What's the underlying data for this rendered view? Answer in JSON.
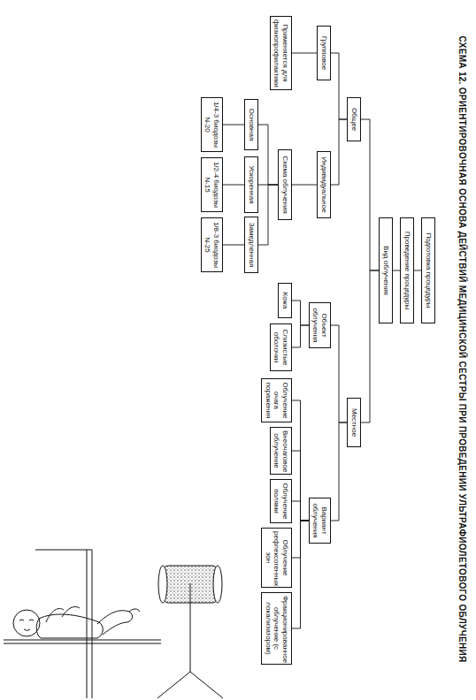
{
  "diagram": {
    "title": "СХЕМА 12. ОРИЕНТИРОВОЧНАЯ ОСНОВА ДЕЙСТВИЙ МЕДИЦИНСКОЙ СЕСТРЫ ПРИ ПРОВЕДЕНИИ УЛЬТРАФИОЛЕТОВОГО ОБЛУЧЕНИЯ",
    "nodes": [
      {
        "text": [
          "Подготовка процедуры"
        ]
      },
      {
        "text": [
          "Проведение процедуры"
        ]
      },
      {
        "text": [
          "Вид облучения"
        ]
      },
      {
        "text": [
          "Общее"
        ]
      },
      {
        "text": [
          "Местное"
        ]
      },
      {
        "text": [
          "Групповое"
        ]
      },
      {
        "text": [
          "Индивидуальное"
        ]
      },
      {
        "text": [
          "Объект облучения"
        ]
      },
      {
        "text": [
          "Вариант облучения"
        ]
      },
      {
        "text": [
          "Применяется для физиопрофилактики"
        ]
      },
      {
        "text": [
          "Схема облучения"
        ]
      },
      {
        "text": [
          "Кожа"
        ]
      },
      {
        "text": [
          "Слизистые оболочки"
        ]
      },
      {
        "text": [
          "Облучение очага поражения"
        ]
      },
      {
        "text": [
          "Внеочаговое облучение"
        ]
      },
      {
        "text": [
          "Облучение полями"
        ]
      },
      {
        "text": [
          "Облучение рефлексогенных зон"
        ]
      },
      {
        "text": [
          "Фракционированное облучение (с локализатором)"
        ]
      },
      {
        "text": [
          "Основная"
        ]
      },
      {
        "text": [
          "Ускоренная"
        ]
      },
      {
        "text": [
          "Замедленная"
        ]
      },
      {
        "text": [
          "1/4-3 биодозы N-20"
        ]
      },
      {
        "text": [
          "1/2-4 биодозы N-15"
        ]
      },
      {
        "text": [
          "1/8-3 биодозы N-25"
        ]
      }
    ],
    "edges": [
      {
        "from": 0,
        "to": 1,
        "arrow": "none"
      },
      {
        "from": 1,
        "to": 2,
        "arrow": "none"
      },
      {
        "from": 2,
        "to": 3,
        "arrow": "none"
      },
      {
        "from": 2,
        "to": 4,
        "arrow": "none"
      },
      {
        "from": 3,
        "to": 5,
        "arrow": "none"
      },
      {
        "from": 3,
        "to": 6,
        "arrow": "none"
      },
      {
        "from": 4,
        "to": 7,
        "arrow": "none"
      },
      {
        "from": 4,
        "to": 8,
        "arrow": "none"
      },
      {
        "from": 5,
        "to": 9,
        "arrow": "none"
      },
      {
        "from": 6,
        "to": 10,
        "arrow": "none"
      },
      {
        "from": 7,
        "to": 11,
        "arrow": "none"
      },
      {
        "from": 7,
        "to": 12,
        "arrow": "none"
      },
      {
        "from": 8,
        "to": 13,
        "arrow": "none"
      },
      {
        "from": 8,
        "to": 14,
        "arrow": "none"
      },
      {
        "from": 8,
        "to": 15,
        "arrow": "none"
      },
      {
        "from": 8,
        "to": 16,
        "arrow": "none"
      },
      {
        "from": 8,
        "to": 17,
        "arrow": "none"
      },
      {
        "from": 10,
        "to": 18,
        "arrow": "none"
      },
      {
        "from": 10,
        "to": 19,
        "arrow": "none"
      },
      {
        "from": 10,
        "to": 20,
        "arrow": "none"
      },
      {
        "from": 18,
        "to": 21,
        "arrow": "none"
      },
      {
        "from": 19,
        "to": 22,
        "arrow": "none"
      },
      {
        "from": 20,
        "to": 23,
        "arrow": "none"
      }
    ]
  }
}
